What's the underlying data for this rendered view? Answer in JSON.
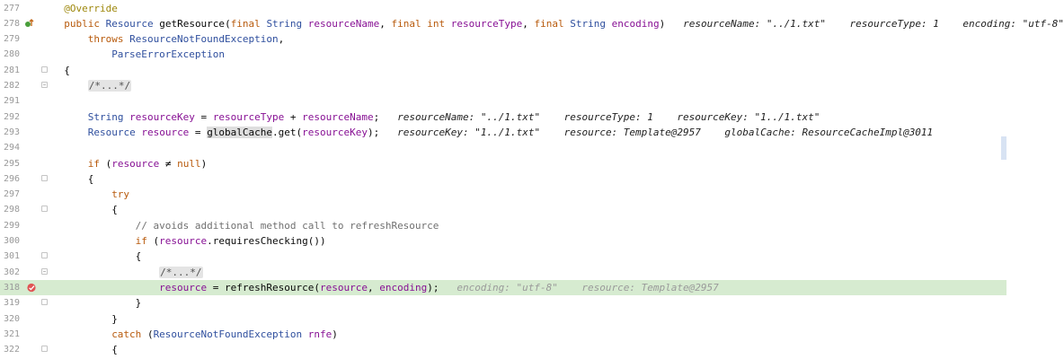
{
  "editor": {
    "colors": {
      "execution_line": "#d6ebd0",
      "breakpoint": "#e05454",
      "override_marker": "#4a9e3a"
    },
    "lines": [
      {
        "num": "277",
        "indent": 2,
        "tokens": [
          [
            "@Override",
            "ann"
          ]
        ]
      },
      {
        "num": "278",
        "indent": 2,
        "icon": "override-implementation-icon",
        "tokens": [
          [
            "public ",
            "kw"
          ],
          [
            "Resource ",
            "ty"
          ],
          [
            "getResource",
            "plain"
          ],
          [
            "(",
            "plain"
          ],
          [
            "final ",
            "kw"
          ],
          [
            "String ",
            "ty"
          ],
          [
            "resourceName",
            "var"
          ],
          [
            ", ",
            "plain"
          ],
          [
            "final ",
            "kw"
          ],
          [
            "int ",
            "kw"
          ],
          [
            "resourceType",
            "var"
          ],
          [
            ", ",
            "plain"
          ],
          [
            "final ",
            "kw"
          ],
          [
            "String ",
            "ty"
          ],
          [
            "encoding",
            "var"
          ],
          [
            ")",
            "plain"
          ],
          [
            "   resourceName: \"../1.txt\"    resourceType: 1    encoding: \"utf-8\"",
            "hint"
          ]
        ]
      },
      {
        "num": "279",
        "indent": 6,
        "tokens": [
          [
            "throws ",
            "kw"
          ],
          [
            "ResourceNotFoundException",
            "ty"
          ],
          [
            ",",
            "plain"
          ]
        ]
      },
      {
        "num": "280",
        "indent": 10,
        "tokens": [
          [
            "ParseErrorException",
            "ty"
          ]
        ]
      },
      {
        "num": "281",
        "indent": 2,
        "fold": "open",
        "tokens": [
          [
            "{",
            "plain"
          ]
        ]
      },
      {
        "num": "282",
        "indent": 6,
        "fold": "closed",
        "tokens": [
          [
            "/*...*/",
            "fold"
          ]
        ]
      },
      {
        "num": "291",
        "indent": 0,
        "tokens": []
      },
      {
        "num": "292",
        "indent": 6,
        "tokens": [
          [
            "String ",
            "ty"
          ],
          [
            "resourceKey",
            "var"
          ],
          [
            " = ",
            "plain"
          ],
          [
            "resourceType",
            "var"
          ],
          [
            " + ",
            "plain"
          ],
          [
            "resourceName",
            "var"
          ],
          [
            ";",
            "plain"
          ],
          [
            "   resourceName: \"../1.txt\"    resourceType: 1    resourceKey: \"1../1.txt\"",
            "hint"
          ]
        ]
      },
      {
        "num": "293",
        "indent": 6,
        "tokens": [
          [
            "Resource ",
            "ty"
          ],
          [
            "resource",
            "var"
          ],
          [
            " = ",
            "plain"
          ],
          [
            "globalCache",
            "hl"
          ],
          [
            ".get(",
            "plain"
          ],
          [
            "resourceKey",
            "var"
          ],
          [
            ");",
            "plain"
          ],
          [
            "   resourceKey: \"1../1.txt\"    resource: Template@2957    globalCache: ResourceCacheImpl@3011",
            "hint"
          ]
        ]
      },
      {
        "num": "294",
        "indent": 0,
        "tokens": []
      },
      {
        "num": "295",
        "indent": 6,
        "tokens": [
          [
            "if ",
            "kw"
          ],
          [
            "(",
            "plain"
          ],
          [
            "resource",
            "var"
          ],
          [
            " ≠ ",
            "plain"
          ],
          [
            "null",
            "kw"
          ],
          [
            ")",
            "plain"
          ]
        ]
      },
      {
        "num": "296",
        "indent": 6,
        "fold": "open",
        "tokens": [
          [
            "{",
            "plain"
          ]
        ]
      },
      {
        "num": "297",
        "indent": 10,
        "tokens": [
          [
            "try",
            "kw"
          ]
        ]
      },
      {
        "num": "298",
        "indent": 10,
        "fold": "open",
        "tokens": [
          [
            "{",
            "plain"
          ]
        ]
      },
      {
        "num": "299",
        "indent": 14,
        "tokens": [
          [
            "// avoids additional method call to refreshResource",
            "cm"
          ]
        ]
      },
      {
        "num": "300",
        "indent": 14,
        "tokens": [
          [
            "if ",
            "kw"
          ],
          [
            "(",
            "plain"
          ],
          [
            "resource",
            "var"
          ],
          [
            ".requiresChecking())",
            "plain"
          ]
        ]
      },
      {
        "num": "301",
        "indent": 14,
        "fold": "open",
        "tokens": [
          [
            "{",
            "plain"
          ]
        ]
      },
      {
        "num": "302",
        "indent": 18,
        "fold": "closed",
        "tokens": [
          [
            "/*...*/",
            "fold"
          ]
        ]
      },
      {
        "num": "318",
        "indent": 18,
        "exec": true,
        "icon": "breakpoint-icon",
        "tokens": [
          [
            "resource",
            "var"
          ],
          [
            " = ",
            "plain"
          ],
          [
            "refreshResource",
            "plain"
          ],
          [
            "(",
            "plain"
          ],
          [
            "resource",
            "var"
          ],
          [
            ", ",
            "plain"
          ],
          [
            "encoding",
            "var"
          ],
          [
            ");",
            "plain"
          ],
          [
            "   encoding: \"utf-8\"    resource: Template@2957",
            "hintg"
          ]
        ]
      },
      {
        "num": "319",
        "indent": 14,
        "fold": "open",
        "tokens": [
          [
            "}",
            "plain"
          ]
        ]
      },
      {
        "num": "320",
        "indent": 10,
        "tokens": [
          [
            "}",
            "plain"
          ]
        ]
      },
      {
        "num": "321",
        "indent": 10,
        "tokens": [
          [
            "catch ",
            "kw"
          ],
          [
            "(",
            "plain"
          ],
          [
            "ResourceNotFoundException ",
            "ty"
          ],
          [
            "rnfe",
            "var"
          ],
          [
            ")",
            "plain"
          ]
        ]
      },
      {
        "num": "322",
        "indent": 10,
        "fold": "open",
        "tokens": [
          [
            "{",
            "plain"
          ]
        ]
      }
    ]
  }
}
